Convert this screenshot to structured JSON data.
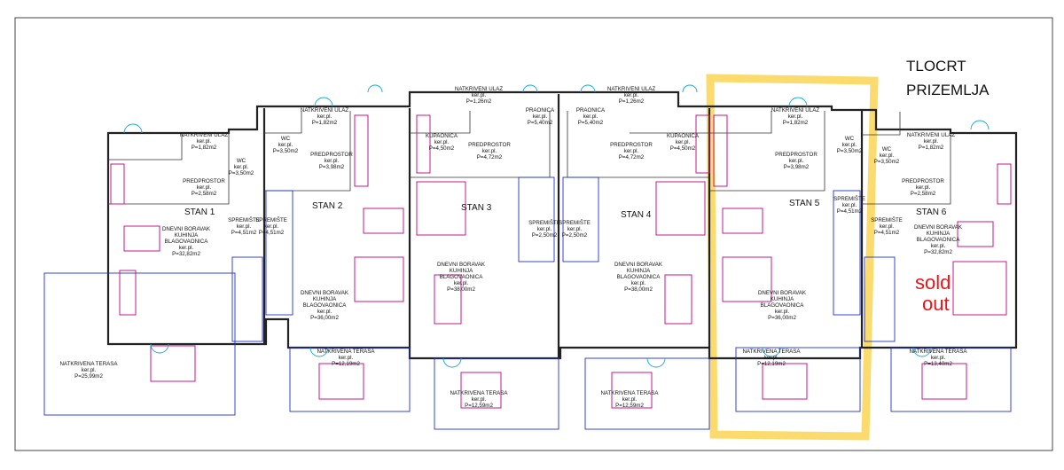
{
  "title_lines": [
    "TLOCRT",
    "PRIZEMLJA"
  ],
  "sold_out": [
    "sold",
    "out"
  ],
  "highlight_color": "#f9cf3c",
  "sold_color": "#e8151b",
  "apartments": [
    {
      "name": "STAN 1"
    },
    {
      "name": "STAN 2"
    },
    {
      "name": "STAN 3"
    },
    {
      "name": "STAN 4"
    },
    {
      "name": "STAN 5"
    },
    {
      "name": "STAN 6"
    }
  ],
  "rooms": [
    {
      "lines": [
        "NATKRIVENI ULAZ",
        "ker.pl.",
        "P=1,82m2"
      ]
    },
    {
      "lines": [
        "WC",
        "ker.pl.",
        "P=3,50m2"
      ]
    },
    {
      "lines": [
        "PREDPROSTOR",
        "ker.pl.",
        "P=2,58m2"
      ]
    },
    {
      "lines": [
        "SPREMIŠTE",
        "ker.pl.",
        "P=4,51m2"
      ]
    },
    {
      "lines": [
        "DNEVNI BORAVAK",
        "KUHINJA",
        "BLAGOVAONICA",
        "ker.pl.",
        "P=32,82m2"
      ]
    },
    {
      "lines": [
        "NATKRIVENA TERASA",
        "ker.pl.",
        "P=25,99m2"
      ]
    },
    {
      "lines": [
        "NATKRIVENI ULAZ",
        "ker.pl.",
        "P=1,82m2"
      ]
    },
    {
      "lines": [
        "WC",
        "ker.pl.",
        "P=3,50m2"
      ]
    },
    {
      "lines": [
        "PREDPROSTOR",
        "ker.pl.",
        "P=3,98m2"
      ]
    },
    {
      "lines": [
        "SPREMIŠTE",
        "ker.pl.",
        "P=4,51m2"
      ]
    },
    {
      "lines": [
        "DNEVNI BORAVAK",
        "KUHINJA",
        "BLAGOVAONICA",
        "ker.pl.",
        "P=36,00m2"
      ]
    },
    {
      "lines": [
        "NATKRIVENA TERASA",
        "ker.pl.",
        "P=12,19m2"
      ]
    },
    {
      "lines": [
        "NATKRIVENI ULAZ",
        "ker.pl.",
        "P=1,26m2"
      ]
    },
    {
      "lines": [
        "KUPAONICA",
        "ker.pl.",
        "P=4,50m2"
      ]
    },
    {
      "lines": [
        "PREDPROSTOR",
        "ker.pl.",
        "P=4,72m2"
      ]
    },
    {
      "lines": [
        "PRAONICA",
        "ker.pl.",
        "P=5,40m2"
      ]
    },
    {
      "lines": [
        "SPREMIŠTE",
        "ker.pl.",
        "P=2,50m2"
      ]
    },
    {
      "lines": [
        "DNEVNI BORAVAK",
        "KUHINJA",
        "BLAGOVAONICA",
        "ker.pl.",
        "P=38,00m2"
      ]
    },
    {
      "lines": [
        "NATKRIVENA TERASA",
        "ker.pl.",
        "P=12,59m2"
      ]
    },
    {
      "lines": [
        "PRAONICA",
        "ker.pl.",
        "P=5,40m2"
      ]
    },
    {
      "lines": [
        "NATKRIVENI ULAZ",
        "ker.pl.",
        "P=1,26m2"
      ]
    },
    {
      "lines": [
        "SPREMIŠTE",
        "ker.pl.",
        "P=2,50m2"
      ]
    },
    {
      "lines": [
        "PREDPROSTOR",
        "ker.pl.",
        "P=4,72m2"
      ]
    },
    {
      "lines": [
        "KUPAONICA",
        "ker.pl.",
        "P=4,50m2"
      ]
    },
    {
      "lines": [
        "DNEVNI BORAVAK",
        "KUHINJA",
        "BLAGOVAONICA",
        "ker.pl.",
        "P=38,00m2"
      ]
    },
    {
      "lines": [
        "NATKRIVENA TERASA",
        "ker.pl.",
        "P=12,59m2"
      ]
    },
    {
      "lines": [
        "NATKRIVENI ULAZ",
        "ker.pl.",
        "P=1,82m2"
      ]
    },
    {
      "lines": [
        "WC",
        "ker.pl.",
        "P=3,50m2"
      ]
    },
    {
      "lines": [
        "PREDPROSTOR",
        "ker.pl.",
        "P=3,98m2"
      ]
    },
    {
      "lines": [
        "SPREMIŠTE",
        "ker.pl.",
        "P=4,51m2"
      ]
    },
    {
      "lines": [
        "DNEVNI BORAVAK",
        "KUHINJA",
        "BLAGOVAONICA",
        "ker.pl.",
        "P=36,00m2"
      ]
    },
    {
      "lines": [
        "NATKRIVENA TERASA",
        "ker.pl.",
        "P=12,19m2"
      ]
    },
    {
      "lines": [
        "NATKRIVENI ULAZ",
        "ker.pl.",
        "P=1,82m2"
      ]
    },
    {
      "lines": [
        "WC",
        "ker.pl.",
        "P=3,50m2"
      ]
    },
    {
      "lines": [
        "PREDPROSTOR",
        "ker.pl.",
        "P=2,58m2"
      ]
    },
    {
      "lines": [
        "SPREMIŠTE",
        "ker.pl.",
        "P=4,51m2"
      ]
    },
    {
      "lines": [
        "DNEVNI BORAVAK",
        "KUHINJA",
        "BLAGOVAONICA",
        "ker.pl.",
        "P=32,82m2"
      ]
    },
    {
      "lines": [
        "NATKRIVENA TERASA",
        "ker.pl.",
        "P=13,40m2"
      ]
    }
  ]
}
